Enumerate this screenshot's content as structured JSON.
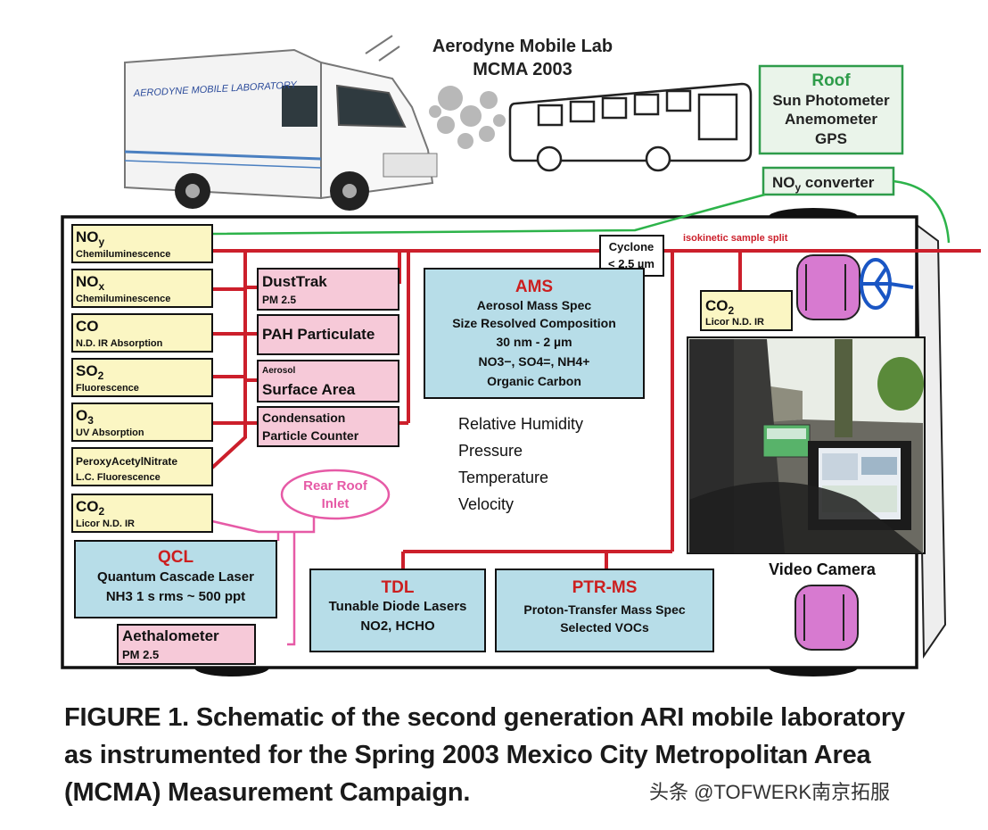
{
  "header": {
    "line1": "Aerodyne Mobile Lab",
    "line2": "MCMA 2003"
  },
  "van_side_text": "AERODYNE MOBILE LABORATORY",
  "roof": {
    "title": "Roof",
    "items": [
      "Sun Photometer",
      "Anemometer",
      "GPS"
    ]
  },
  "noy_converter": {
    "pre": "NO",
    "sub": "y",
    "post": " converter"
  },
  "isokinetic_label": "isokinetic sample split",
  "cyclone": {
    "line1": "Cyclone",
    "line2": "< 2.5 µm"
  },
  "left_instruments": [
    {
      "main": "NO",
      "sub": "y",
      "detail": "Chemiluminescence"
    },
    {
      "main": "NO",
      "sub": "x",
      "detail": "Chemiluminescence"
    },
    {
      "main": "CO",
      "sub": "",
      "detail": "N.D. IR Absorption"
    },
    {
      "main": "SO",
      "sub": "2",
      "detail": "Fluorescence"
    },
    {
      "main": "O",
      "sub": "3",
      "detail": "UV Absorption"
    },
    {
      "main": "PeroxyAcetylNitrate",
      "sub": "",
      "detail": "L.C. Fluorescence"
    },
    {
      "main": "CO",
      "sub": "2",
      "detail": "Licor N.D. IR"
    }
  ],
  "particle_instruments": {
    "dusttrak": {
      "title": "DustTrak",
      "detail": "PM 2.5"
    },
    "pah": {
      "title": "PAH Particulate"
    },
    "aerosol_area": {
      "small": "Aerosol",
      "title": "Surface Area"
    },
    "cpc": {
      "line1": "Condensation",
      "line2": "Particle Counter"
    }
  },
  "ams": {
    "title": "AMS",
    "line1": "Aerosol Mass Spec",
    "line2": "Size Resolved Composition",
    "line3": "30 nm - 2 µm",
    "line4": "NO3−, SO4=, NH4+",
    "line5": "Organic Carbon"
  },
  "met_params": [
    "Relative Humidity",
    "Pressure",
    "Temperature",
    "Velocity"
  ],
  "co2_right": {
    "main": "CO",
    "sub": "2",
    "detail": "Licor N.D. IR"
  },
  "rear_roof_inlet": {
    "line1": "Rear Roof",
    "line2": "Inlet"
  },
  "qcl": {
    "title": "QCL",
    "line1": "Quantum Cascade Laser",
    "line2": "NH3 1 s rms ~ 500 ppt"
  },
  "aethalometer": {
    "title": "Aethalometer",
    "detail": "PM 2.5"
  },
  "tdl": {
    "title": "TDL",
    "line1": "Tunable Diode Lasers",
    "line2": "NO2, HCHO"
  },
  "ptrms": {
    "title": "PTR-MS",
    "line1": "Proton-Transfer Mass Spec",
    "line2": "Selected VOCs"
  },
  "video_camera": "Video Camera",
  "caption": {
    "line1": "FIGURE 1.  Schematic of the second generation ARI mobile laboratory",
    "line2": "as instrumented for the Spring 2003 Mexico City Metropolitan Area",
    "line3": "(MCMA)  Measurement  Campaign."
  },
  "watermark": "头条 @TOFWERK南京拓服",
  "colors": {
    "instrument_yellow": "#fbf6c3",
    "particle_pink": "#f6c9d8",
    "instrument_blue": "#b7dde8",
    "tube_red": "#cc1f2b",
    "tube_pink": "#e65aa6",
    "tube_green": "#2db34a",
    "roof_green": "#2e9c4a",
    "title_red": "#cc1f1f",
    "seat_magenta": "#d77ad0"
  }
}
